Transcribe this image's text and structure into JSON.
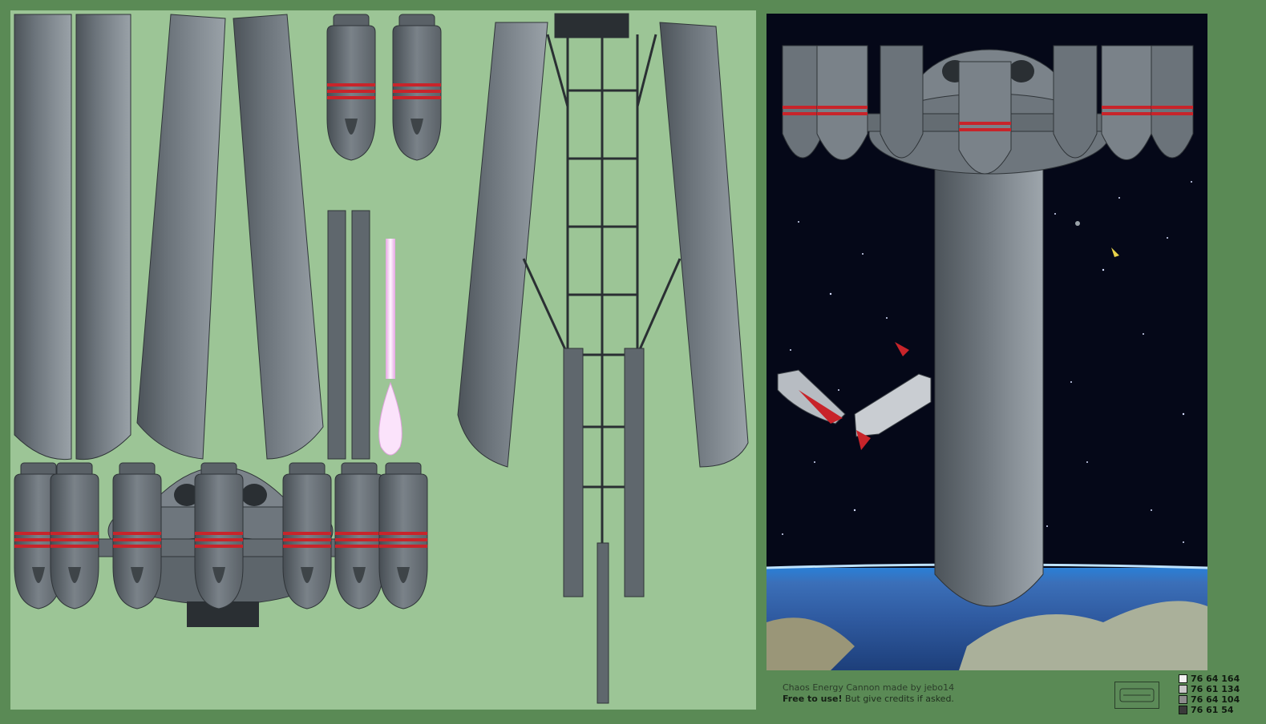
{
  "credits": {
    "line1": "Chaos Energy Cannon made by jebo14",
    "free_label": "Free to use!",
    "free_rest": " But give credits if asked."
  },
  "palette": [
    {
      "label": "76 64 164",
      "color": "#f2f2f2"
    },
    {
      "label": "76 61 134",
      "color": "#c8c8c8"
    },
    {
      "label": "76 64 104",
      "color": "#8c8c8c"
    },
    {
      "label": "76 61 54",
      "color": "#3a3a3a"
    }
  ],
  "colors": {
    "frame": "#5a8a55",
    "sheet_bg": "#9cc596",
    "space": "#050818",
    "hull_light": "#8a9299",
    "hull_mid": "#6b737a",
    "hull_dark": "#4a5157",
    "stripe_red": "#c8242a",
    "beam_pink": "#f3c6f0"
  }
}
